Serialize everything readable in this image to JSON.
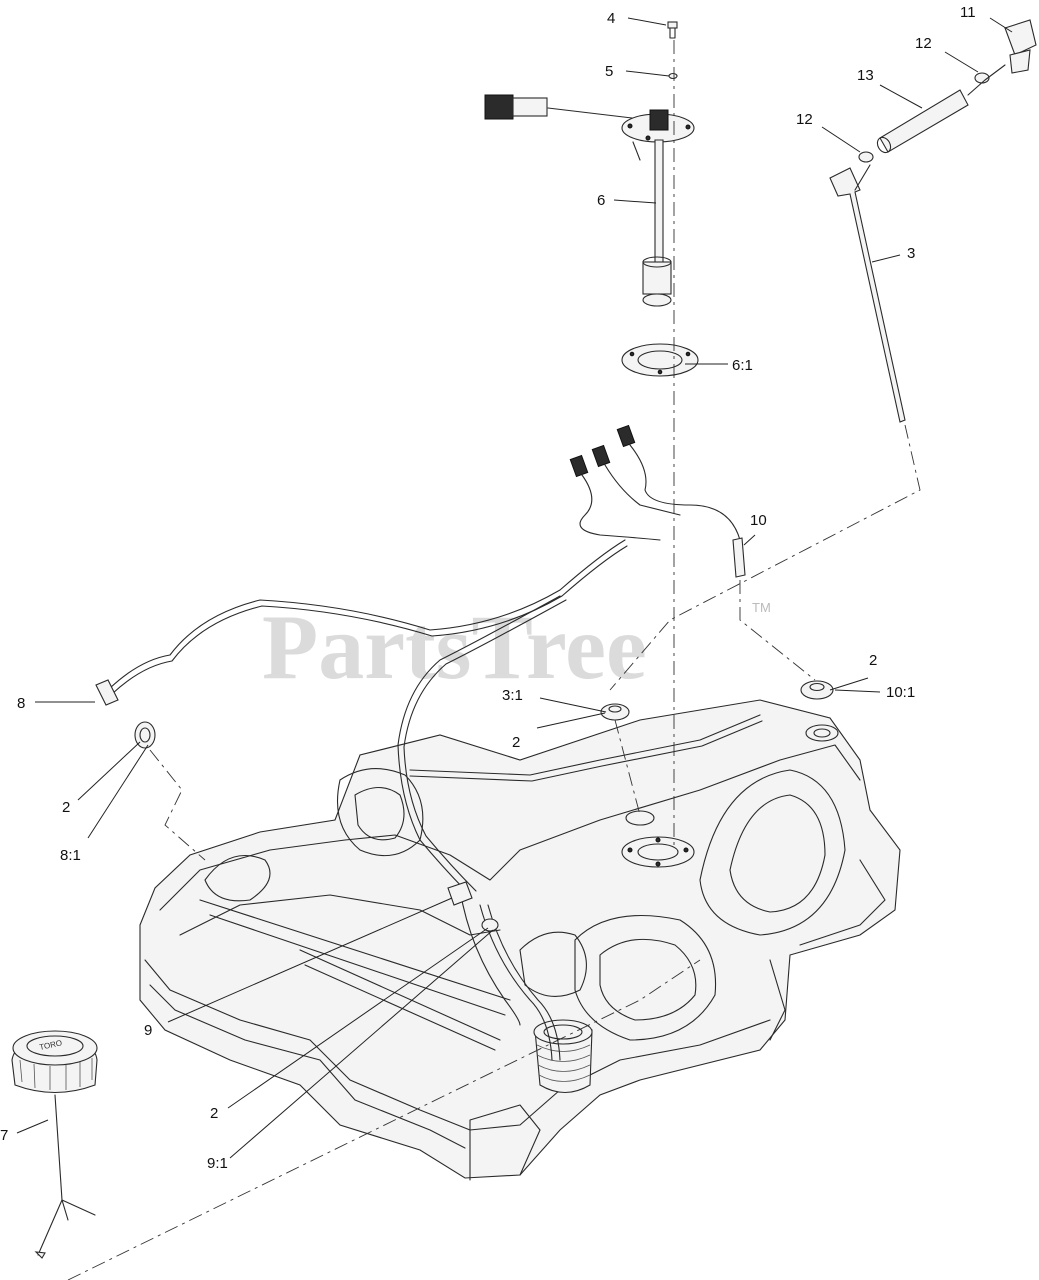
{
  "watermark": {
    "text": "PartsTree",
    "trademark": "TM"
  },
  "callouts": {
    "c4": "4",
    "c5": "5",
    "c6": "6",
    "c6_1": "6:1",
    "c11": "11",
    "c12a": "12",
    "c13": "13",
    "c12b": "12",
    "c3": "3",
    "c10": "10",
    "c8": "8",
    "c2a": "2",
    "c8_1": "8:1",
    "c3_1": "3:1",
    "c2b": "2",
    "c2c": "2",
    "c10_1": "10:1",
    "c9": "9",
    "c2d": "2",
    "c9_1": "9:1",
    "c7": "7"
  },
  "fuel_cap_text": "TORO"
}
